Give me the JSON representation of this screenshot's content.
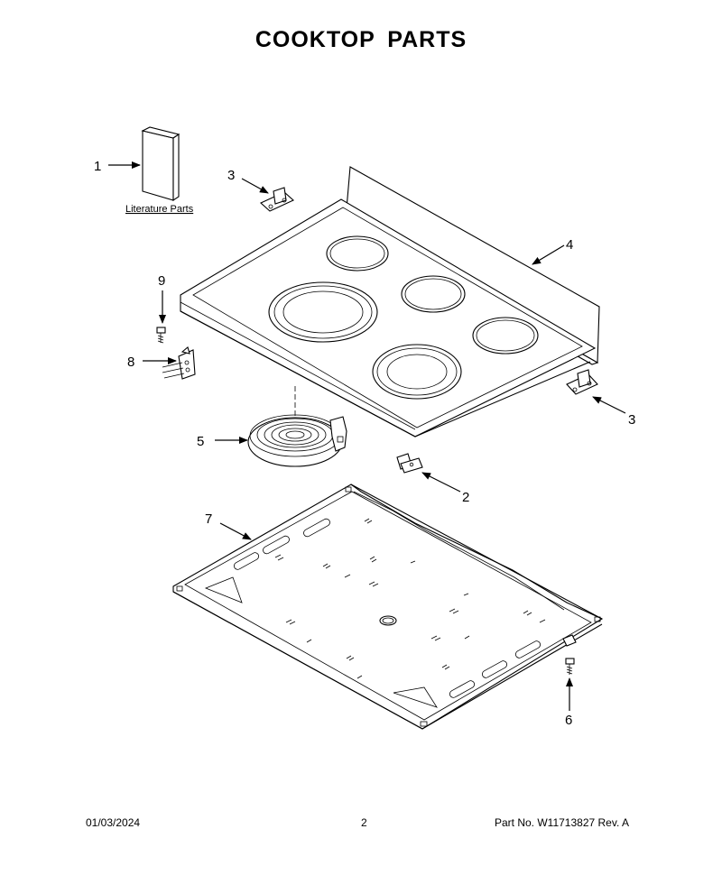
{
  "title": "COOKTOP PARTS",
  "callouts": {
    "c1": "1",
    "c2": "2",
    "c3a": "3",
    "c3b": "3",
    "c4": "4",
    "c5": "5",
    "c6": "6",
    "c7": "7",
    "c8": "8",
    "c9": "9"
  },
  "literature_label": "Literature Parts",
  "footer": {
    "date": "01/03/2024",
    "page": "2",
    "part_no": "Part No.  W11713827  Rev.  A"
  }
}
